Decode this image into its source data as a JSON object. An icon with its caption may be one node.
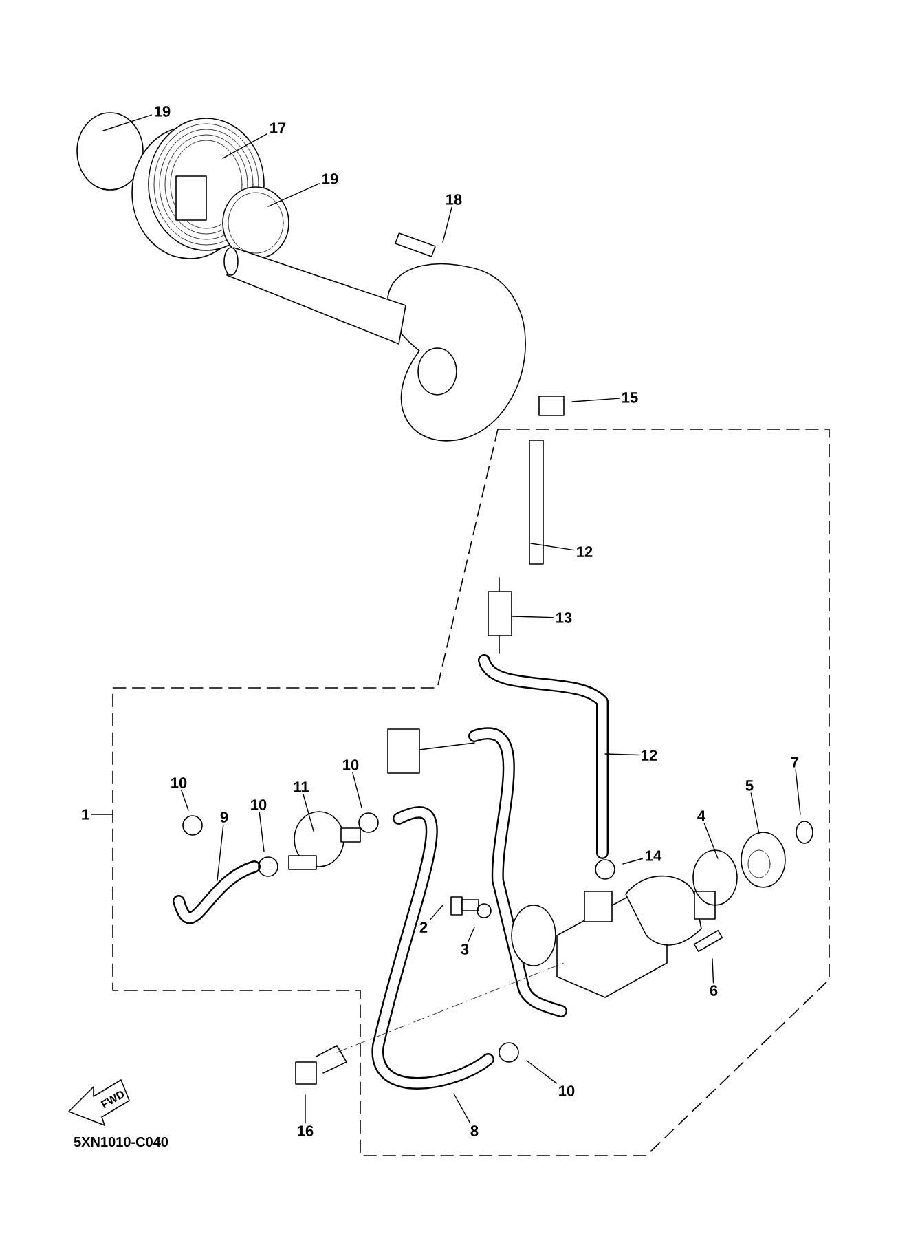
{
  "diagram": {
    "nodes": [
      {
        "text": [
          "19"
        ]
      },
      {
        "text": [
          "17"
        ]
      },
      {
        "text": [
          "19"
        ]
      },
      {
        "text": [
          "18"
        ]
      },
      {
        "text": [
          "15"
        ]
      },
      {
        "text": [
          "12"
        ]
      },
      {
        "text": [
          "13"
        ]
      },
      {
        "text": [
          "1"
        ]
      },
      {
        "text": [
          "10"
        ]
      },
      {
        "text": [
          "10"
        ]
      },
      {
        "text": [
          "11"
        ]
      },
      {
        "text": [
          "10"
        ]
      },
      {
        "text": [
          "9"
        ]
      },
      {
        "text": [
          "12"
        ]
      },
      {
        "text": [
          "4"
        ]
      },
      {
        "text": [
          "5"
        ]
      },
      {
        "text": [
          "7"
        ]
      },
      {
        "text": [
          "14"
        ]
      },
      {
        "text": [
          "2"
        ]
      },
      {
        "text": [
          "3"
        ]
      },
      {
        "text": [
          "6"
        ]
      },
      {
        "text": [
          "16"
        ]
      },
      {
        "text": [
          "8"
        ]
      },
      {
        "text": [
          "10"
        ]
      }
    ],
    "edges": [
      {
        "from": 0,
        "to": null,
        "arrow": "none"
      },
      {
        "from": 1,
        "to": null,
        "arrow": "none"
      },
      {
        "from": 2,
        "to": null,
        "arrow": "none"
      },
      {
        "from": 3,
        "to": null,
        "arrow": "none"
      },
      {
        "from": 4,
        "to": null,
        "arrow": "none"
      },
      {
        "from": 5,
        "to": null,
        "arrow": "none"
      },
      {
        "from": 6,
        "to": null,
        "arrow": "none"
      },
      {
        "from": 7,
        "to": null,
        "arrow": "none"
      },
      {
        "from": 8,
        "to": null,
        "arrow": "none"
      },
      {
        "from": 9,
        "to": null,
        "arrow": "none"
      },
      {
        "from": 10,
        "to": null,
        "arrow": "none"
      },
      {
        "from": 11,
        "to": null,
        "arrow": "none"
      },
      {
        "from": 12,
        "to": null,
        "arrow": "none"
      },
      {
        "from": 13,
        "to": null,
        "arrow": "none"
      },
      {
        "from": 14,
        "to": null,
        "arrow": "none"
      },
      {
        "from": 15,
        "to": null,
        "arrow": "none"
      },
      {
        "from": 16,
        "to": null,
        "arrow": "none"
      },
      {
        "from": 17,
        "to": null,
        "arrow": "none"
      },
      {
        "from": 18,
        "to": null,
        "arrow": "none"
      },
      {
        "from": 19,
        "to": null,
        "arrow": "none"
      },
      {
        "from": 20,
        "to": null,
        "arrow": "none"
      },
      {
        "from": 21,
        "to": null,
        "arrow": "none"
      },
      {
        "from": 22,
        "to": null,
        "arrow": "none"
      },
      {
        "from": 23,
        "to": null,
        "arrow": "none"
      }
    ],
    "labels": [
      "FWD",
      "5XN1010-C040"
    ]
  }
}
